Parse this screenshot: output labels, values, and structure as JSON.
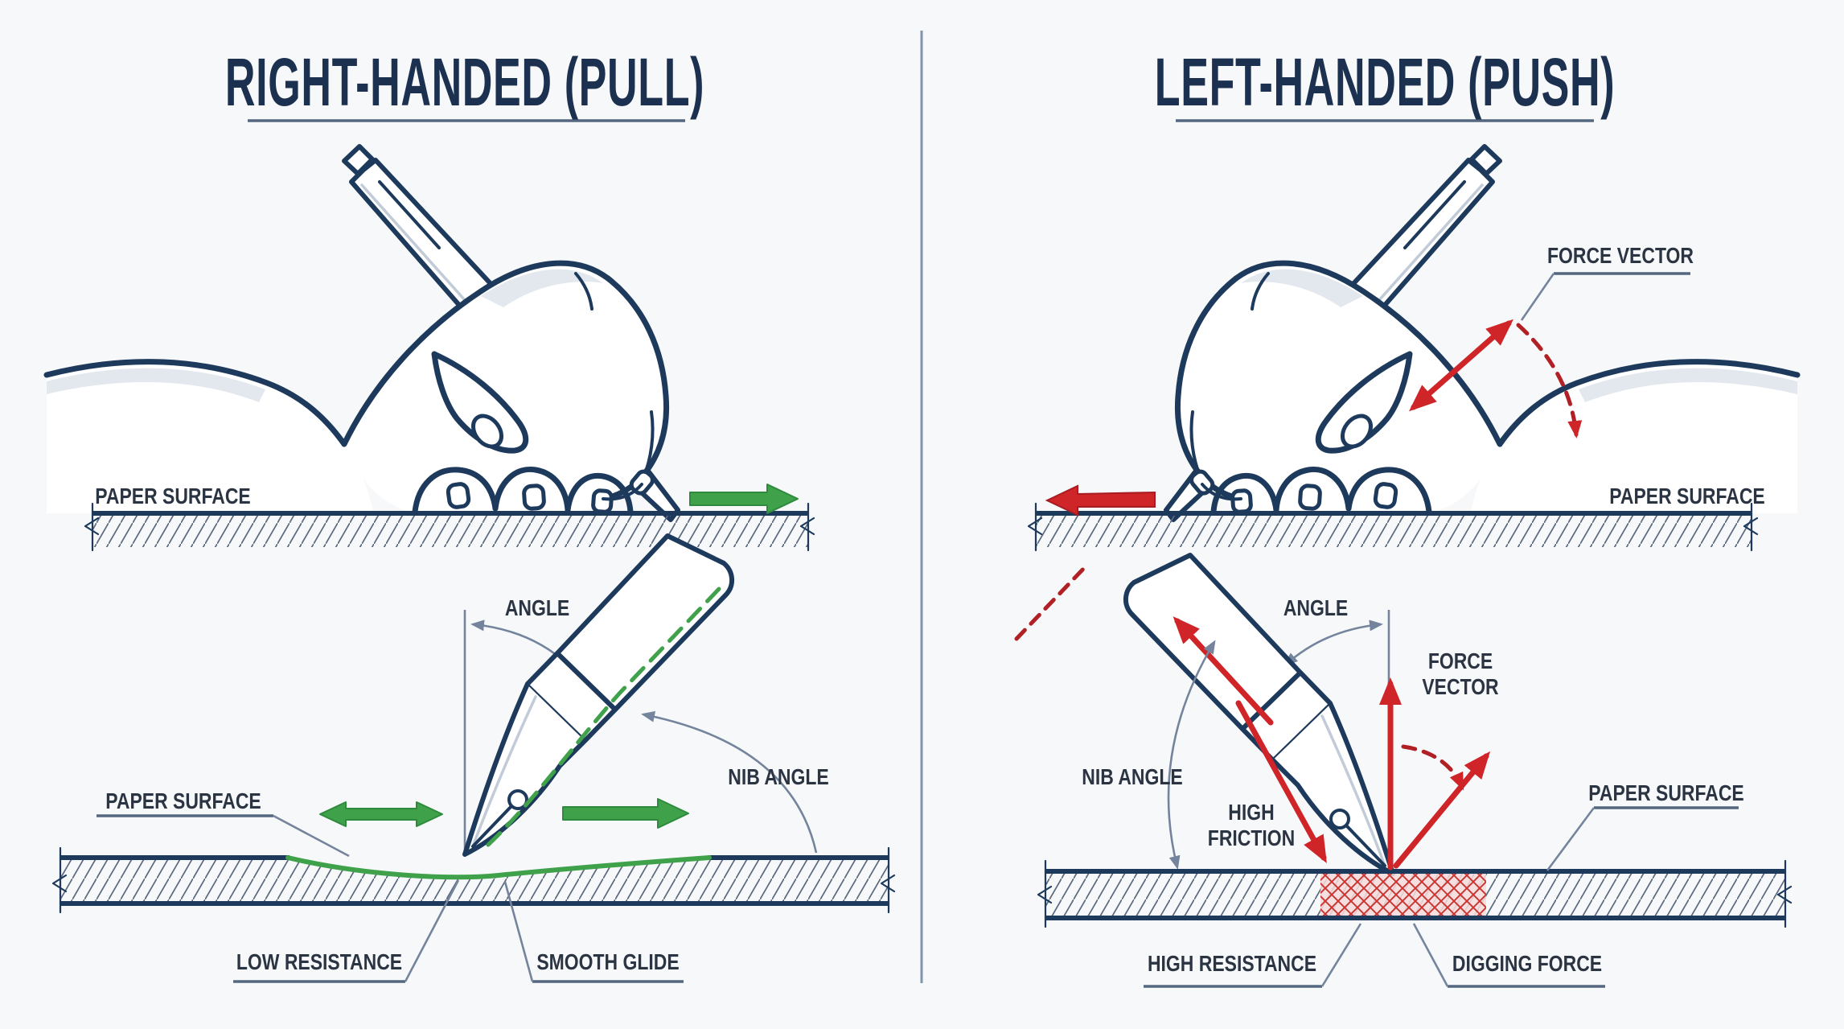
{
  "colors": {
    "ink": "#1d3a5c",
    "title": "#1c3050",
    "label": "#2b3442",
    "green": "#3fa24b",
    "red": "#cf2428",
    "dark_red": "#b02025",
    "leader": "#74849c",
    "hatch": "#5c6a80",
    "background": "#f7f8fa",
    "divider": "#8094ac"
  },
  "left": {
    "title": "RIGHT-HANDED (PULL)",
    "paper_surface_top": "PAPER SURFACE",
    "angle": "ANGLE",
    "nib_angle": "NIB ANGLE",
    "paper_surface_bottom": "PAPER SURFACE",
    "low_resistance": "LOW RESISTANCE",
    "smooth_glide": "SMOOTH GLIDE"
  },
  "right": {
    "title": "LEFT-HANDED (PUSH)",
    "force_vector_top": "FORCE VECTOR",
    "paper_surface_top": "PAPER SURFACE",
    "angle": "ANGLE",
    "force_line1": "FORCE",
    "force_line2": "VECTOR",
    "nib_angle": "NIB ANGLE",
    "high_friction_line1": "HIGH",
    "high_friction_line2": "FRICTION",
    "paper_surface_bottom": "PAPER SURFACE",
    "high_resistance": "HIGH RESISTANCE",
    "digging_force": "DIGGING FORCE"
  }
}
